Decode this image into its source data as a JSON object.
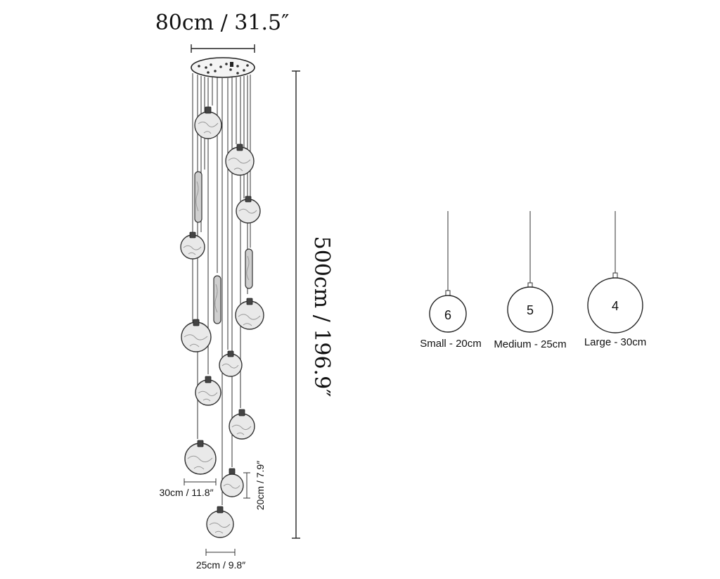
{
  "dimensions": {
    "canopy_width": "80cm / 31.5″",
    "overall_height": "500cm / 196.9″",
    "shade_large_width": "30cm / 11.8″",
    "shade_small_height": "20cm / 7.9″",
    "shade_medium_width": "25cm / 9.8″"
  },
  "shade_sizes": [
    {
      "count": "6",
      "label": "Small - 20cm"
    },
    {
      "count": "5",
      "label": "Medium - 25cm"
    },
    {
      "count": "4",
      "label": "Large - 30cm"
    }
  ]
}
